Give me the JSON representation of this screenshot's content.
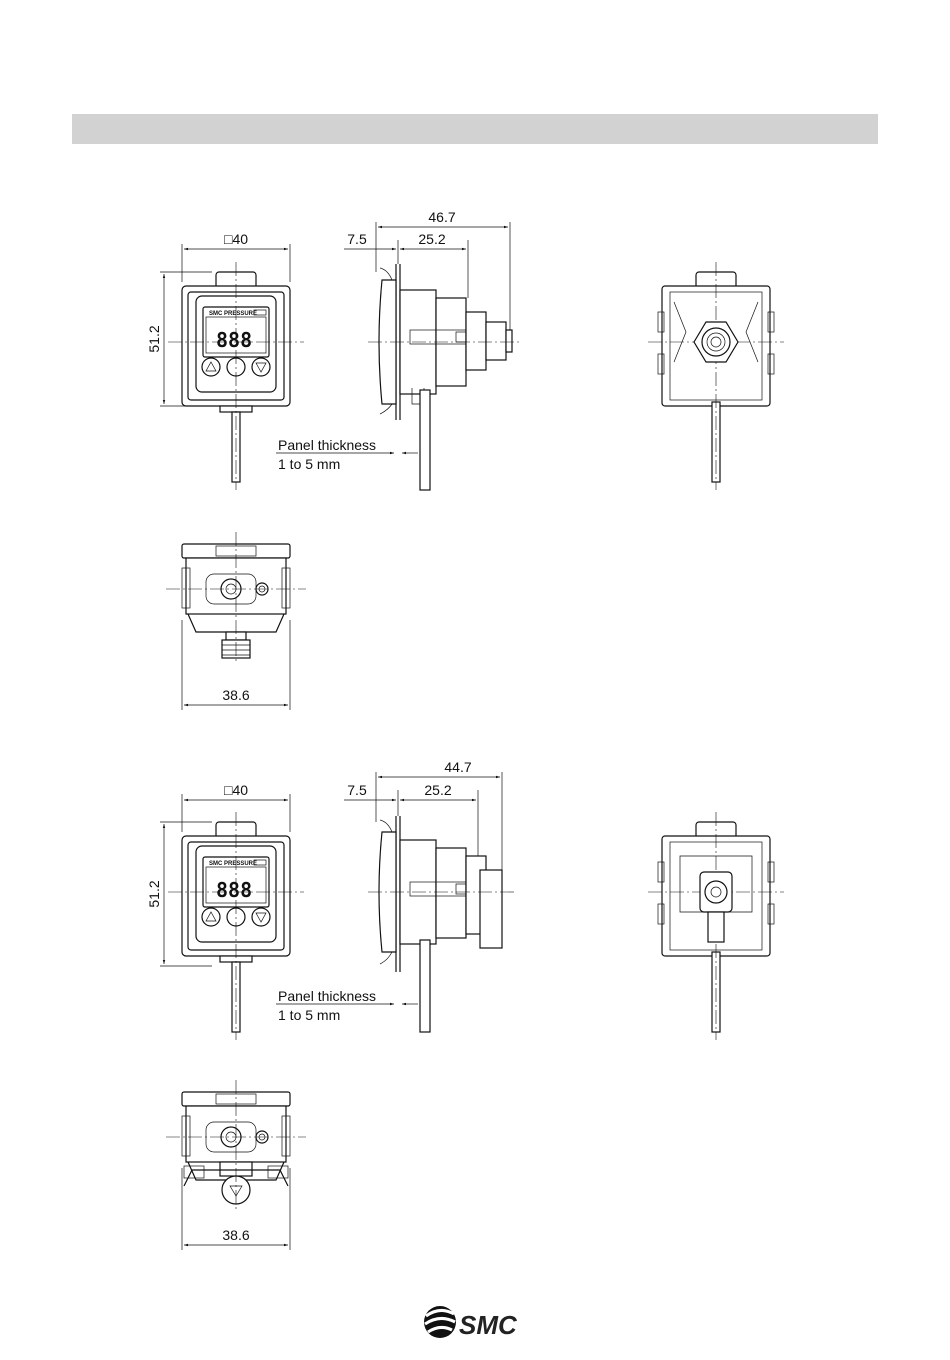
{
  "diagrams": [
    {
      "front": {
        "square_dim": "□40",
        "height_dim": "51.2"
      },
      "side": {
        "total_dim": "46.7",
        "front_dim": "7.5",
        "body_dim": "25.2",
        "panel_note_line1": "Panel thickness",
        "panel_note_line2": "1 to 5 mm"
      },
      "bottom": {
        "width_dim": "38.6"
      }
    },
    {
      "front": {
        "square_dim": "□40",
        "height_dim": "51.2"
      },
      "side": {
        "total_dim": "44.7",
        "front_dim": "7.5",
        "body_dim": "25.2",
        "panel_note_line1": "Panel thickness",
        "panel_note_line2": "1 to 5 mm"
      },
      "bottom": {
        "width_dim": "38.6"
      }
    }
  ],
  "display": {
    "brand_mark": "SMC",
    "label": "PRESSURE",
    "digits": "888"
  },
  "footer": {
    "logo_text": "SMC"
  }
}
